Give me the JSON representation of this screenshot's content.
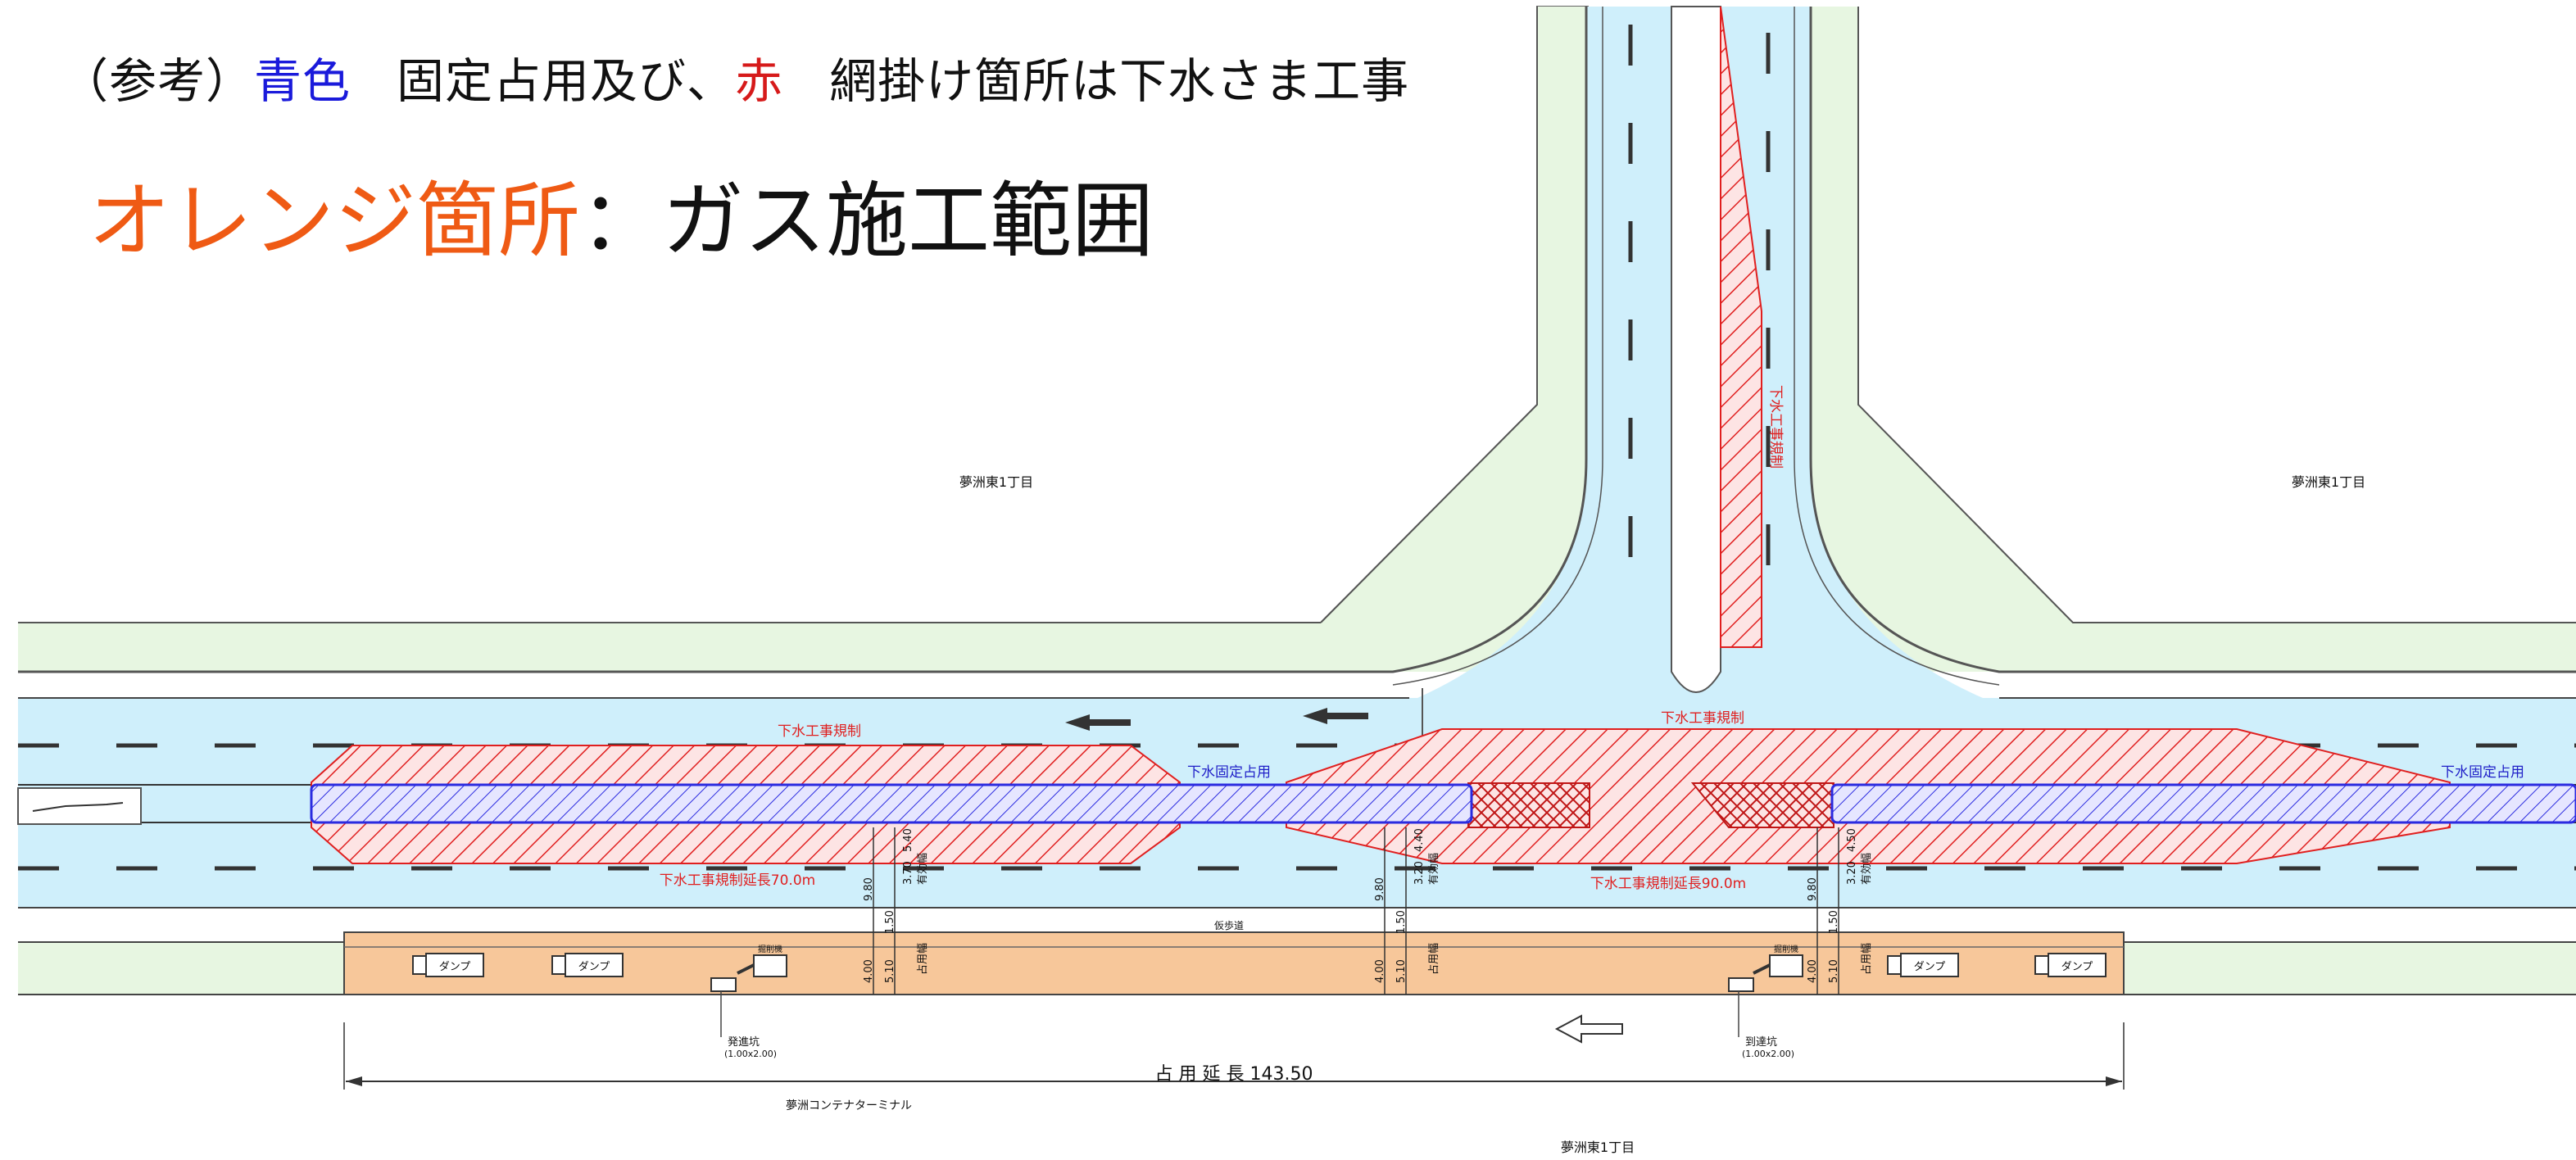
{
  "legend": {
    "line1_prefix": "（参考）",
    "line1_blue": "青色",
    "line1_mid": "固定占用及び、",
    "line1_red": "赤",
    "line1_suffix": "網掛け箇所は下水さま工事",
    "line2_orange": "オレンジ箇所",
    "line2_rest": "：ガス施工範囲"
  },
  "place_labels": {
    "district_left": "夢洲東1丁目",
    "district_right": "夢洲東1丁目",
    "terminal": "夢洲コンテナターミナル",
    "district_bottom": "夢洲東1丁目"
  },
  "zone_labels": {
    "sewer_reg_left": "下水工事規制",
    "sewer_reg_center": "下水工事規制",
    "sewer_reg_vertical": "下水工事規制",
    "sewer_fixed_left": "下水固定占用",
    "sewer_fixed_right": "下水固定占用",
    "reg_length_left": "下水工事規制延長70.0m",
    "reg_length_center": "下水工事規制延長90.0m",
    "temp_sidewalk": "仮歩道"
  },
  "vehicles": {
    "dump_label": "ダンプ",
    "excavator_label": "掘削機"
  },
  "pits": {
    "start_pit": "発進坑",
    "start_pit_size": "(1.00x2.00)",
    "arrival_pit": "到達坑",
    "arrival_pit_size": "(1.00x2.00)"
  },
  "dimensions": {
    "occupancy_length": "占 用 延 長 143.50",
    "d_9_80": "9.80",
    "d_1_50": "1.50",
    "d_4_00": "4.00",
    "d_5_10": "5.10",
    "d_3_70": "3.70",
    "d_5_40": "5.40",
    "d_3_20": "3.20",
    "d_4_40": "4.40",
    "d_4_50": "4.50",
    "effective_width": "有効幅",
    "occupancy_width": "占用幅"
  },
  "colors": {
    "road": "#cfeffb",
    "ground": "#e7f6e1",
    "sewer_hatch": "#e01f1f",
    "sewer_fixed": "#2b2be0",
    "gas_area": "#f7c79a",
    "legend_blue": "#1a1adb",
    "legend_red": "#d61a1a",
    "legend_orange": "#ef5a14"
  },
  "icons": [
    "dump-truck-icon",
    "excavator-icon",
    "direction-arrow-icon",
    "traffic-arrow-icon"
  ]
}
